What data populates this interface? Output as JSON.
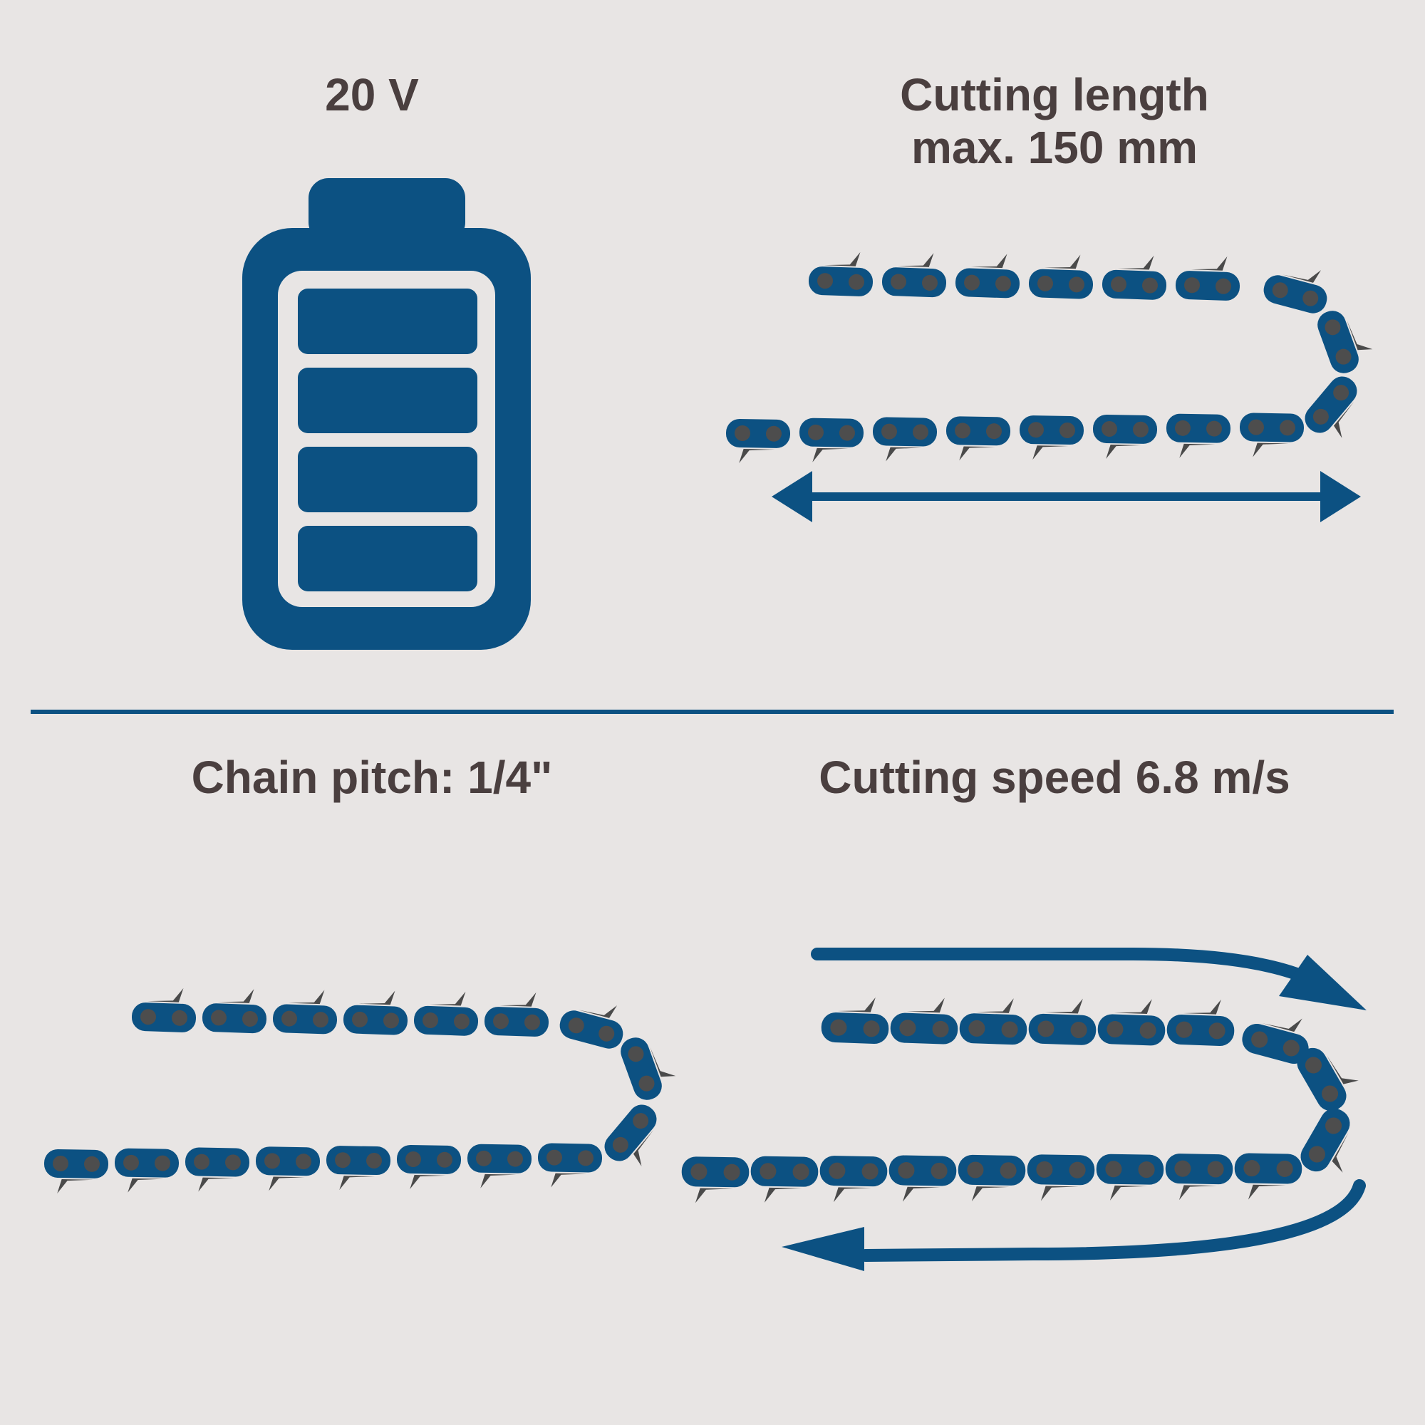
{
  "colors": {
    "background": "#e8e5e4",
    "primary_blue": "#0c5182",
    "text": "#4a3f3f",
    "chain_pin": "#4d4d4d",
    "chain_tooth": "#4a4a4a",
    "battery_inner": "#e8e5e4"
  },
  "panels": {
    "voltage": {
      "label": "20 V",
      "icon": "battery-icon",
      "battery_level": 1.0
    },
    "cutting_length": {
      "label_line1": "Cutting length",
      "label_line2": "max. 150 mm",
      "icon": "chain-icon",
      "indicator": "double-arrow-icon"
    },
    "chain_pitch": {
      "label": "Chain pitch: 1/4\"",
      "icon": "chain-icon"
    },
    "cutting_speed": {
      "label": "Cutting speed 6.8 m/s",
      "icon": "chain-icon",
      "indicator": "rotation-arrows-icon"
    }
  }
}
